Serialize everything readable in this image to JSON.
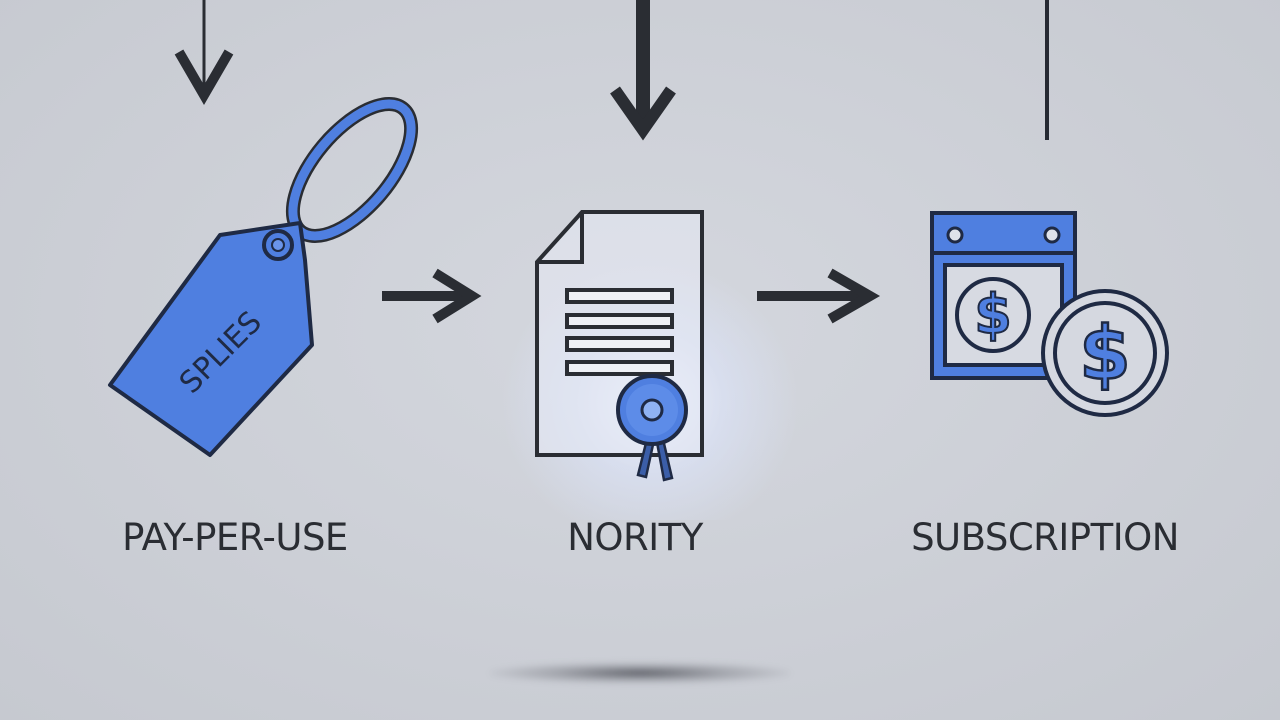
{
  "diagram": {
    "type": "flow",
    "direction": "left-to-right",
    "colors": {
      "background": "#cdd0d7",
      "accent_blue": "#4f7fe0",
      "stroke_dark": "#2a2d33",
      "light_fill": "#dfe2ea"
    },
    "incoming_arrows": [
      {
        "id": "arrow-down-left",
        "target": "pay-per-use"
      },
      {
        "id": "arrow-down-center",
        "target": "nority"
      },
      {
        "id": "line-down-right",
        "target": "subscription"
      }
    ],
    "steps": [
      {
        "label": "PAY-PER-USE",
        "icon": "price-tag-icon",
        "tag_text": "SPLIES"
      },
      {
        "label": "NORITY",
        "icon": "certificate-document-icon"
      },
      {
        "label": "SUBSCRIPTION",
        "icon": "calendar-dollar-coin-icon",
        "coin_symbol": "$"
      }
    ],
    "connectors": [
      {
        "from": "PAY-PER-USE",
        "to": "NORITY",
        "icon": "arrow-right-icon"
      },
      {
        "from": "NORITY",
        "to": "SUBSCRIPTION",
        "icon": "arrow-right-icon"
      }
    ]
  }
}
